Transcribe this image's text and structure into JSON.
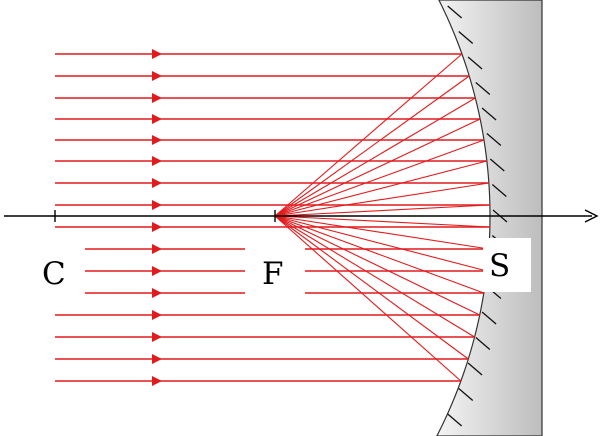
{
  "labels": {
    "center": "C",
    "focus": "F",
    "vertex": "S"
  },
  "colors": {
    "ray": "#e31a1c",
    "axis": "#000000",
    "mirror_light": "#f4f4f4",
    "mirror_dark": "#bdbdbd",
    "hatch": "#111111"
  },
  "diagram": {
    "kind": "concave mirror reflection",
    "incident_rays": 16,
    "hatch_marks": 17
  }
}
